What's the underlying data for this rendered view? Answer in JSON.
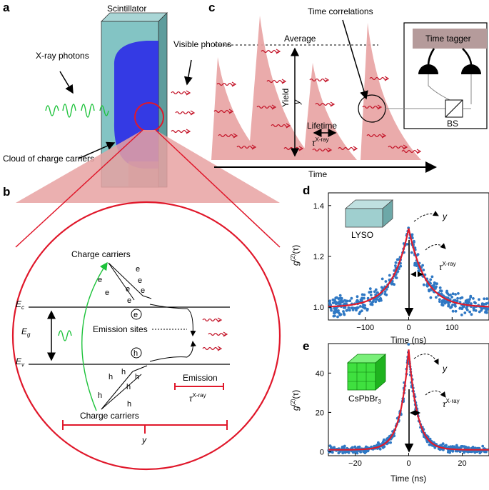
{
  "panels": {
    "a": {
      "letter": "a",
      "scintillator_label": "Scintillator",
      "xray_label": "X-ray photons",
      "visible_label": "Visible photons",
      "cloud_label": "Cloud of charge carriers"
    },
    "b": {
      "letter": "b",
      "charge_carriers_top": "Charge carriers",
      "charge_carriers_bottom": "Charge carriers",
      "electron_symbol": "e",
      "hole_symbol": "h",
      "ec_label": "E",
      "ec_sub": "c",
      "ev_label": "E",
      "ev_sub": "v",
      "eg_label": "E",
      "eg_sub": "g",
      "emission_sites": "Emission sites",
      "emission": "Emission",
      "tau_label": "τ",
      "tau_sup": "X-ray",
      "y_label": "y"
    },
    "c": {
      "letter": "c",
      "time_correlations": "Time correlations",
      "average": "Average",
      "yield_label": "Yield",
      "y_label": "y",
      "lifetime": "Lifetime",
      "tau_label": "τ",
      "tau_sup": "X-ray",
      "time_label": "Time",
      "time_tagger": "Time tagger",
      "bs": "BS"
    },
    "d": {
      "letter": "d",
      "crystal_label": "LYSO",
      "y_label": "y",
      "tau_label": "τ",
      "tau_sup": "X-ray",
      "ylabel_g": "g",
      "ylabel_sup": "(2)",
      "ylabel_tail": "(τ)",
      "xlabel": "Time (ns)"
    },
    "e": {
      "letter": "e",
      "crystal_label": "CsPbBr",
      "crystal_sub": "3",
      "y_label": "y",
      "tau_label": "τ",
      "tau_sup": "X-ray",
      "ylabel_g": "g",
      "ylabel_sup": "(2)",
      "ylabel_tail": "(τ)",
      "xlabel": "Time (ns)"
    }
  },
  "colors": {
    "accent_red": "#e0182b",
    "fit_red": "#e01b2b",
    "data_blue": "#2f78c4",
    "pulse_fill": "#e8a2a2",
    "crystal_teal": "#83c4c4",
    "cloud_blue": "#2b2be8",
    "green_photon": "#1cc23a",
    "tagger_fill": "#b59b9b"
  },
  "chart_data": [
    {
      "panel": "d",
      "type": "scatter",
      "xlabel": "Time (ns)",
      "ylabel": "g(2)(τ)",
      "xlim": [
        -185,
        185
      ],
      "ylim": [
        0.95,
        1.45
      ],
      "xticks": [
        -100,
        0,
        100
      ],
      "yticks": [
        1.0,
        1.2,
        1.4
      ],
      "xtick_labels": [
        "−100",
        "0",
        "100"
      ],
      "ytick_labels": [
        "1.0",
        "1.2",
        "1.4"
      ],
      "fit": {
        "form": "1 + A*exp(-|t|/tau)",
        "A": 0.31,
        "tau": 38
      },
      "series": [
        {
          "name": "",
          "noise": 0.025
        }
      ]
    },
    {
      "panel": "e",
      "type": "scatter",
      "xlabel": "Time (ns)",
      "ylabel": "g(2)(τ)",
      "xlim": [
        -30,
        30
      ],
      "ylim": [
        -2,
        55
      ],
      "xticks": [
        -20,
        0,
        20
      ],
      "yticks": [
        0,
        20,
        40
      ],
      "xtick_labels": [
        "−20",
        "0",
        "20"
      ],
      "ytick_labels": [
        "0",
        "20",
        "40"
      ],
      "fit": {
        "form": "1 + A*exp(-|t|/tau)",
        "A": 51,
        "tau": 3.2
      },
      "series": [
        {
          "name": "",
          "noise": 1.2
        }
      ]
    }
  ]
}
